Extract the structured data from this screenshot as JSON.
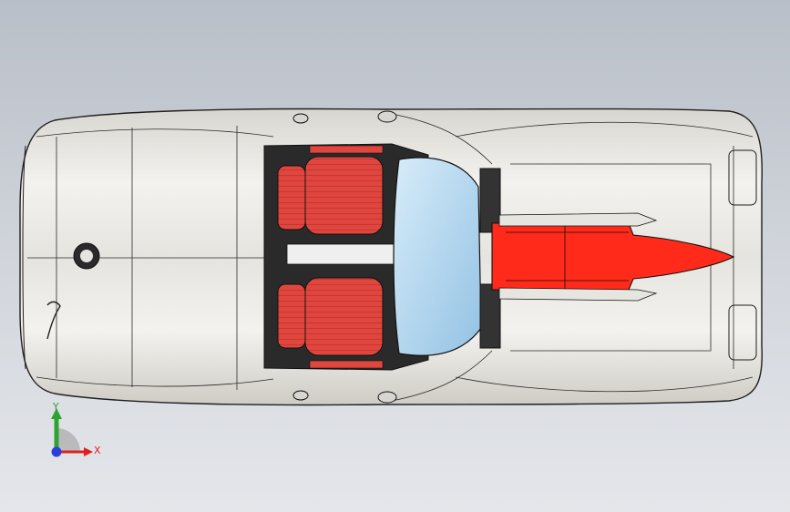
{
  "app": {
    "view": "top"
  },
  "model": {
    "subject": "sports-car-top-view",
    "colors": {
      "background_top": "#b9bfc8",
      "background_bottom": "#e4e6ea",
      "body": "#e9e7e2",
      "body_shadow": "#bdbab3",
      "line": "#1f1f1f",
      "seat": "#e0463e",
      "seat_stripe": "#b8322c",
      "engine": "#ff2a1a",
      "glass": "#b9daf2",
      "cockpit": "#2a2a2a"
    }
  },
  "triad": {
    "x_label": "X",
    "y_label": "Y",
    "x_color": "#e02020",
    "y_color": "#2fa32f",
    "z_color": "#2a3fd8"
  }
}
